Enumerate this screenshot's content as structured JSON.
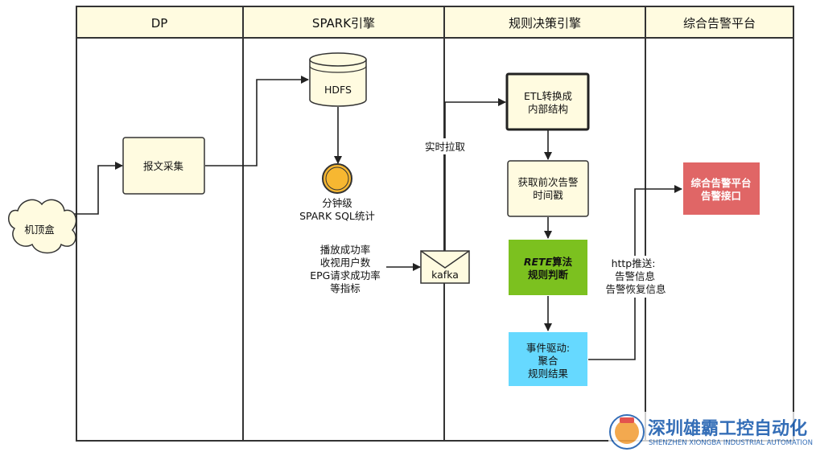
{
  "lanes": [
    "DP",
    "SPARK引擎",
    "规则决策引擎",
    "综合告警平台"
  ],
  "nodes": {
    "stb": "机顶盒",
    "collect": "报文采集",
    "hdfs": "HDFS",
    "spark_job_line1": "分钟级",
    "spark_job_line2": "SPARK SQL统计",
    "metrics": [
      "播放成功率",
      "收视用户数",
      "EPG请求成功率",
      "等指标"
    ],
    "kafka": "kafka",
    "pull_label": "实时拉取",
    "etl": [
      "ETL转换成",
      "内部结构"
    ],
    "timestamp": [
      "获取前次告警",
      "时间戳"
    ],
    "rete_italic": "RETE",
    "rete_rest": "算法",
    "rete_line2": "规则判断",
    "event": [
      "事件驱动:",
      "聚合",
      "规则结果"
    ],
    "http": [
      "http推送:",
      "告警信息",
      "告警恢复信息"
    ],
    "alarm": [
      "综合告警平台",
      "告警接口"
    ]
  },
  "watermark": {
    "cn": "深圳雄霸工控自动化",
    "en": "SHENZHEN XIONGBA INDUSTRIAL AUTOMATION"
  },
  "colors": {
    "note_fill": "#fffbe0",
    "circle_fill": "#f7b731",
    "rete_fill": "#7cc11f",
    "event_fill": "#66d9ff",
    "alarm_fill": "#e06666",
    "watermark": "#1f5fb0"
  }
}
